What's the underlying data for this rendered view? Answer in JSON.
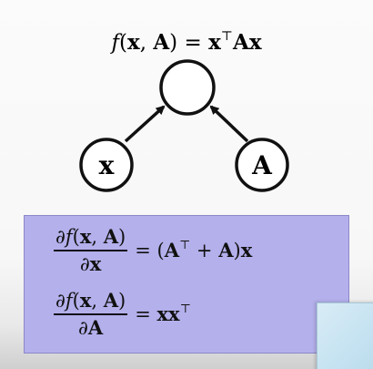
{
  "graph": {
    "formula": {
      "f": "f",
      "open": "(",
      "x": "x",
      "comma": ", ",
      "A": "A",
      "close": ")",
      "eq": " = ",
      "rx": "x",
      "sup": "⊤",
      "rA": "A",
      "rx2": "x"
    },
    "node_x_label": "x",
    "node_A_label": "A"
  },
  "gradients": [
    {
      "num": {
        "d": "∂",
        "f": "f",
        "open": "(",
        "x": "x",
        "comma": ", ",
        "A": "A",
        "close": ")"
      },
      "den": {
        "d": "∂",
        "var": "x"
      },
      "rhs": {
        "eq": "= (",
        "A": "A",
        "sup": "⊤",
        "plus": " + ",
        "A2": "A",
        "close": ")",
        "x": "x"
      }
    },
    {
      "num": {
        "d": "∂",
        "f": "f",
        "open": "(",
        "x": "x",
        "comma": ", ",
        "A": "A",
        "close": ")"
      },
      "den": {
        "d": "∂",
        "var": "A"
      },
      "rhs": {
        "eq": "= ",
        "x": "xx",
        "sup": "⊤"
      }
    }
  ],
  "colors": {
    "box_fill": "#b4b0ec",
    "note_fill": "#c4e2f1"
  }
}
